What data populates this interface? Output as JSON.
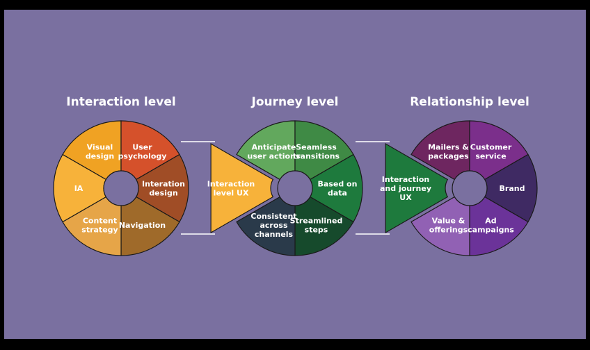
{
  "diagram": {
    "background": "#7a70a0",
    "wheels": [
      {
        "title": "Interaction level",
        "segments": [
          {
            "label": "Visual\ndesign",
            "color": "#f0a223"
          },
          {
            "label": "User\npsychology",
            "color": "#d5512b"
          },
          {
            "label": "Interation\ndesign",
            "color": "#a04d26"
          },
          {
            "label": "Navigation",
            "color": "#9f6a2a"
          },
          {
            "label": "Content\nstrategy",
            "color": "#e6a548"
          },
          {
            "label": "IA",
            "color": "#f7b23a"
          }
        ]
      },
      {
        "title": "Journey level",
        "segments": [
          {
            "label": "Anticipate\nuser actions",
            "color": "#62a85d"
          },
          {
            "label": "Seamless\ntransitions",
            "color": "#3f8a45"
          },
          {
            "label": "Based on\ndata",
            "color": "#1e7a3d"
          },
          {
            "label": "Streamlined\nsteps",
            "color": "#164a2c"
          },
          {
            "label": "Consistent\nacross\nchannels",
            "color": "#2a3a4a"
          },
          {
            "label": "Interaction\nlevel UX",
            "color": "#f7b23a"
          }
        ]
      },
      {
        "title": "Relationship level",
        "segments": [
          {
            "label": "Mailers &\npackages",
            "color": "#6e2660"
          },
          {
            "label": "Customer\nservice",
            "color": "#7b2f8b"
          },
          {
            "label": "Brand",
            "color": "#3f2a63"
          },
          {
            "label": "Ad\ncampaigns",
            "color": "#6b3399"
          },
          {
            "label": "Value &\nofferings",
            "color": "#9161b4"
          },
          {
            "label": "Interaction\nand journey\nUX",
            "color": "#1e7a3d"
          }
        ]
      }
    ],
    "colors": {
      "hole": "#7a70a0",
      "stroke": "#1a1a1a",
      "connector": "#ffffff",
      "text": "#ffffff"
    }
  }
}
